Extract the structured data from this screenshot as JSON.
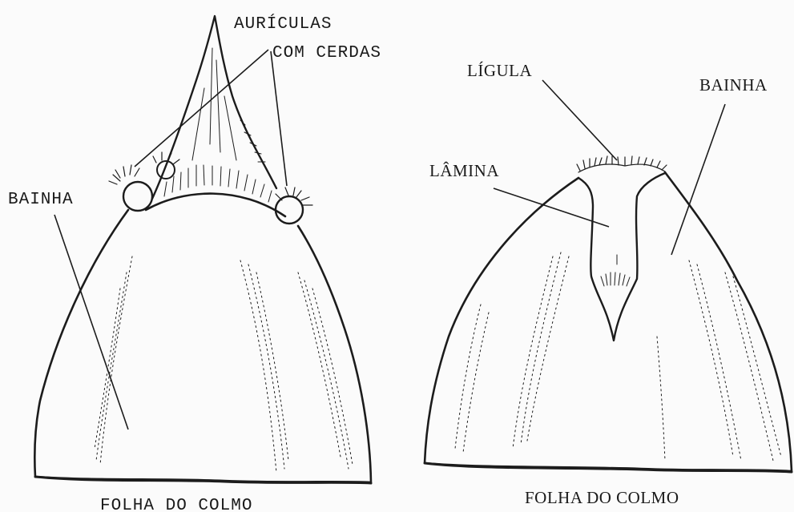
{
  "left_figure": {
    "labels": {
      "auriculas_line1": "AURÍCULAS",
      "auriculas_line2": "COM CERDAS",
      "bainha": "BAINHA",
      "caption": "FOLHA DO COLMO"
    }
  },
  "right_figure": {
    "labels": {
      "ligula": "LÍGULA",
      "bainha": "BAINHA",
      "lamina": "LÂMINA",
      "caption": "FOLHA DO COLMO"
    }
  },
  "colors": {
    "ink": "#1c1c1c",
    "paper": "#fbfbfb"
  }
}
